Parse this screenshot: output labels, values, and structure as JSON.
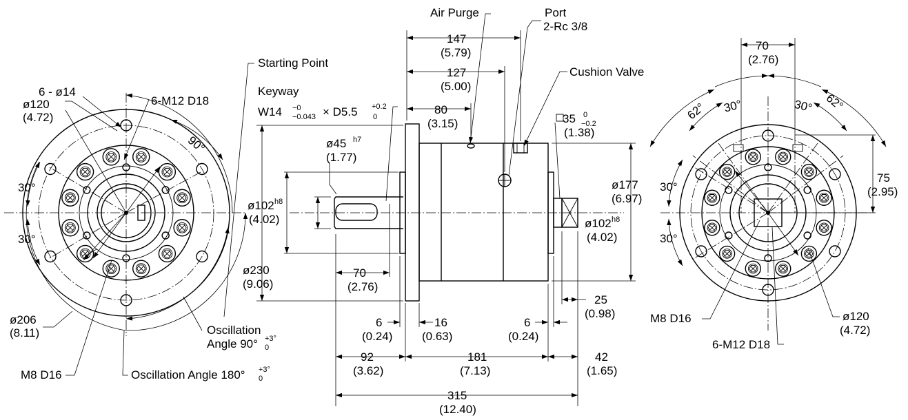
{
  "callouts": {
    "air_purge": "Air Purge",
    "port": "Port",
    "port_size": "2-Rc 3/8",
    "cushion_valve": "Cushion Valve",
    "starting_point": "Starting Point",
    "keyway": "Keyway",
    "keyway_w": "W14",
    "keyway_w_upper": "−0",
    "keyway_w_lower": "−0.043",
    "keyway_x": "× D5.5",
    "keyway_d_upper": "+0.2",
    "keyway_d_lower": "0",
    "oscillation_90": "Oscillation",
    "oscillation_90b": "Angle 90°",
    "oscillation_180": "Oscillation Angle 180°",
    "tol_upper": "+3°",
    "tol_lower": "0",
    "six_holes": "6 - ø14",
    "six_m12_left": "6-M12 D18",
    "six_m12_right": "6-M12 D18",
    "m8_left": "M8 D16",
    "m8_right": "M8 D16",
    "square_size": "35",
    "square_upper": "0",
    "square_lower": "−0.2",
    "square_in": "(1.38)",
    "h7": "h7",
    "h8": "h8"
  },
  "dims": {
    "d147": "147",
    "d147_in": "(5.79)",
    "d127": "127",
    "d127_in": "(5.00)",
    "d80": "80",
    "d80_in": "(3.15)",
    "d45": "ø45",
    "d45_in": "(1.77)",
    "d102": "ø102",
    "d102_in": "(4.02)",
    "d102r": "ø102",
    "d102r_in": "(4.02)",
    "d177": "ø177",
    "d177_in": "(6.97)",
    "d230": "ø230",
    "d230_in": "(9.06)",
    "d70": "70",
    "d70_in": "(2.76)",
    "d25": "25",
    "d25_in": "(0.98)",
    "d6a": "6",
    "d6a_in": "(0.24)",
    "d16": "16",
    "d16_in": "(0.63)",
    "d6b": "6",
    "d6b_in": "(0.24)",
    "d92": "92",
    "d92_in": "(3.62)",
    "d181": "181",
    "d181_in": "(7.13)",
    "d42": "42",
    "d42_in": "(1.65)",
    "d315": "315",
    "d315_in": "(12.40)",
    "l120": "ø120",
    "l120_in": "(4.72)",
    "l206": "ø206",
    "l206_in": "(8.11)",
    "l90": "90°",
    "l30a": "30°",
    "l30b": "30°",
    "r70": "70",
    "r70_in": "(2.76)",
    "r62a": "62°",
    "r62b": "62°",
    "r30a": "30°",
    "r30b": "30°",
    "r30c": "30°",
    "r30d": "30°",
    "r75": "75",
    "r75_in": "(2.95)",
    "r120": "ø120",
    "r120_in": "(4.72)"
  }
}
